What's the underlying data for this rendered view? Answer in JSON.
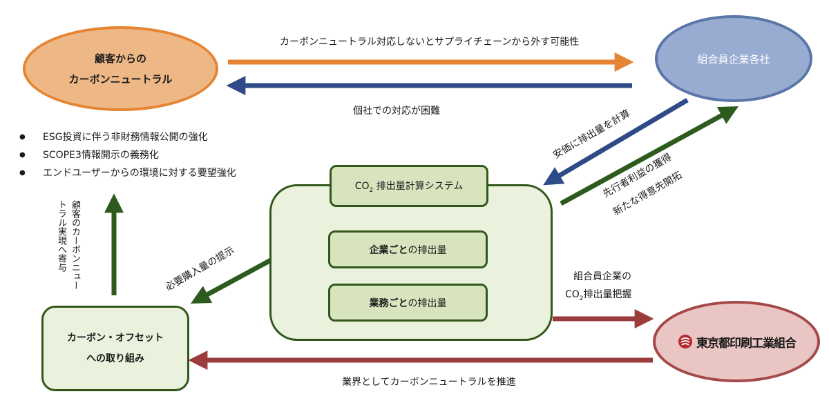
{
  "nodes": {
    "customer_line1": "顧客からの",
    "customer_line2": "カーボンニュートラル",
    "members": "組合員企業各社",
    "union": "東京都印刷工業組合",
    "offset_line1": "カーボン・オフセット",
    "offset_line2": "への取り組み",
    "system_title_prefix": "CO",
    "system_title_sub": "2",
    "system_title_suffix": " 排出量計算システム",
    "sub1_bold": "企業ごと",
    "sub1_rest": "の排出量",
    "sub2_bold": "業務ごと",
    "sub2_rest": "の排出量"
  },
  "labels": {
    "top_arrow": "カーボンニュートラル対応しないとサプライチェーンから外す可能性",
    "back_arrow": "個社での対応が困難",
    "members_to_system": "安価に排出量を計算",
    "system_to_members_1": "先行者利益の獲得",
    "system_to_members_2": "新たな得意先開拓",
    "system_to_offset": "必要購入量の提示",
    "system_to_union_1": "組合員企業の",
    "system_to_union_2_prefix": "CO",
    "system_to_union_2_sub": "2",
    "system_to_union_2_suffix": "排出量把握",
    "union_to_offset": "業界としてカーボンニュートラルを推進",
    "vertical": "顧客のカーボンニュートラル実現へ寄与"
  },
  "bullets": [
    "ESG投資に伴う非財務情報公開の強化",
    "SCOPE3情報開示の義務化",
    "エンドユーザーからの環境に対する要望強化"
  ],
  "colors": {
    "orange": "#e58534",
    "navy": "#2f4b87",
    "green": "#2d5a1d",
    "red": "#9b3c3c",
    "union_logo": "#b5282f"
  }
}
